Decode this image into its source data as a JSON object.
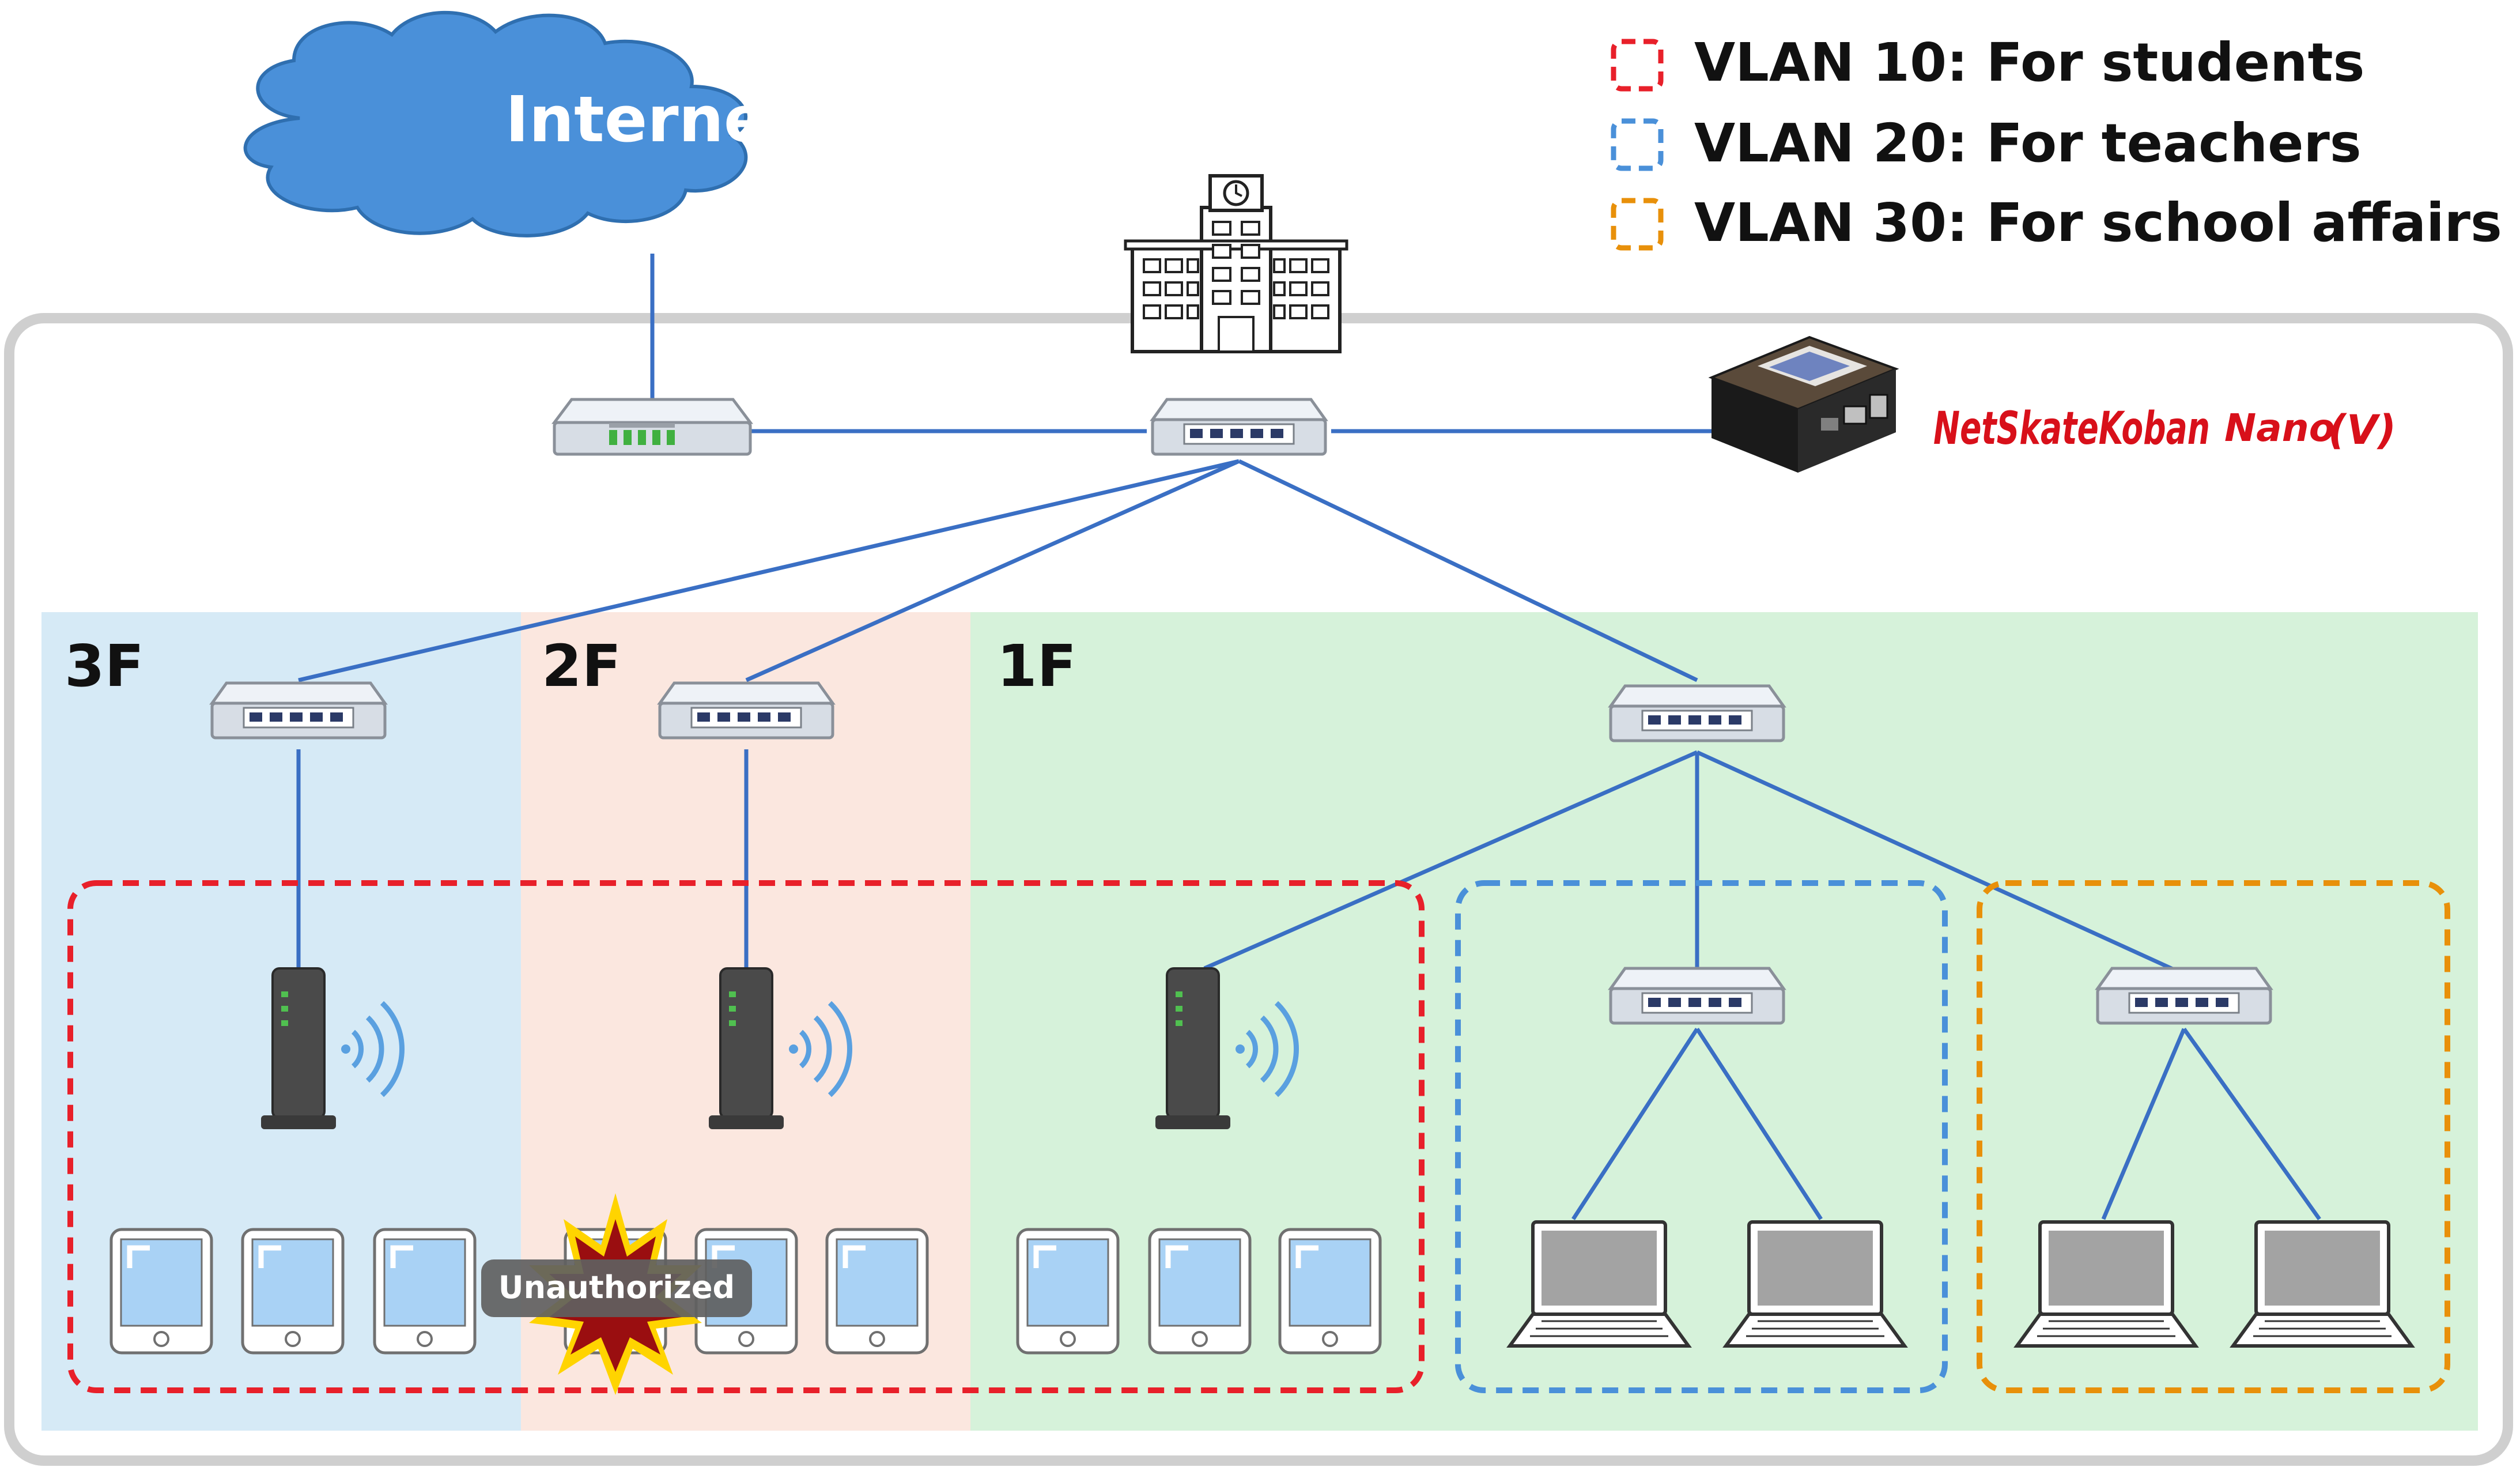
{
  "cloud": {
    "label": "Internet"
  },
  "legend": [
    {
      "label": "VLAN 10: For students",
      "color": "#e8202a"
    },
    {
      "label": "VLAN 20: For teachers",
      "color": "#4a90d9"
    },
    {
      "label": "VLAN 30: For school affairs",
      "color": "#e8900a"
    }
  ],
  "floors": [
    {
      "label": "3F",
      "color": "#d6eaf6"
    },
    {
      "label": "2F",
      "color": "#fbe7df"
    },
    {
      "label": "1F",
      "color": "#d6f2da"
    }
  ],
  "brand": {
    "name": "NetSkateKoban",
    "suffix": "Nano",
    "version": "(V)"
  },
  "alert": {
    "label": "Unauthorized"
  },
  "colors": {
    "link": "#3a6fc4",
    "cloud": "#4a90d9",
    "frame": "#cfcfcf"
  },
  "icons": [
    "cloud-icon",
    "school-building-icon",
    "router-icon",
    "switch-icon",
    "netskatekoban-device-icon",
    "wireless-access-point-icon",
    "tablet-icon",
    "laptop-icon",
    "explosion-icon"
  ]
}
